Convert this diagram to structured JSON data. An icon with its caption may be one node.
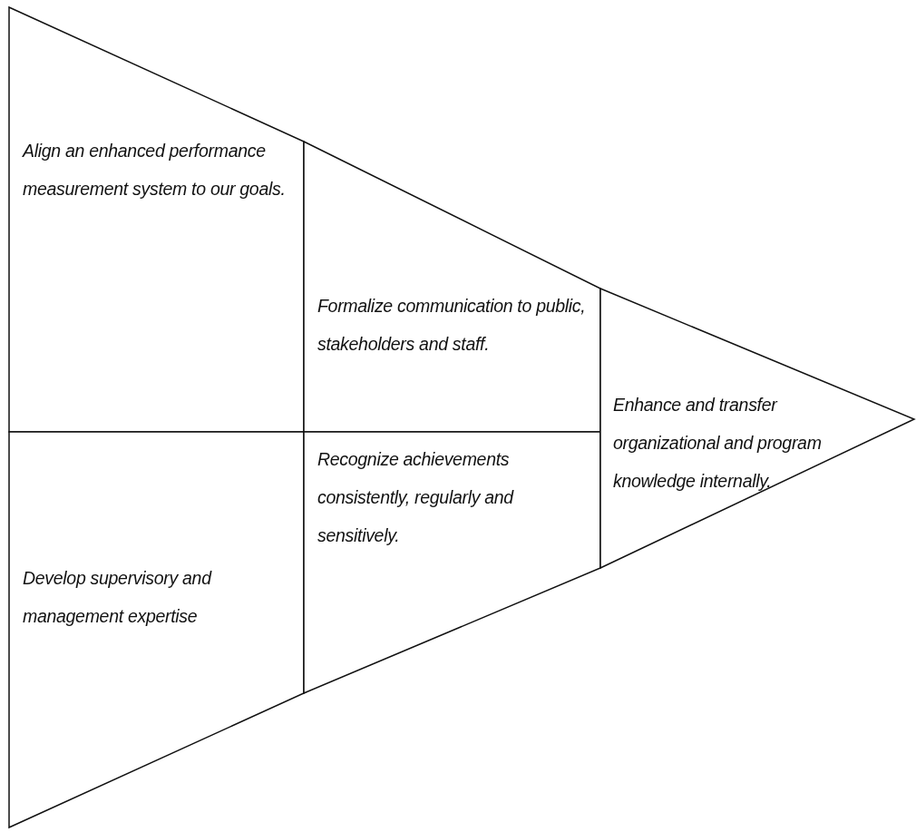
{
  "diagram": {
    "nodes": [
      {
        "text": [
          "Align an enhanced performance measurement system to our goals."
        ]
      },
      {
        "text": [
          "Develop supervisory and management expertise"
        ]
      },
      {
        "text": [
          "Formalize communication to public, stakeholders and staff."
        ]
      },
      {
        "text": [
          "Recognize achievements consistently, regularly and sensitively."
        ]
      },
      {
        "text": [
          "Enhance and transfer organizational and program knowledge internally."
        ]
      }
    ]
  }
}
